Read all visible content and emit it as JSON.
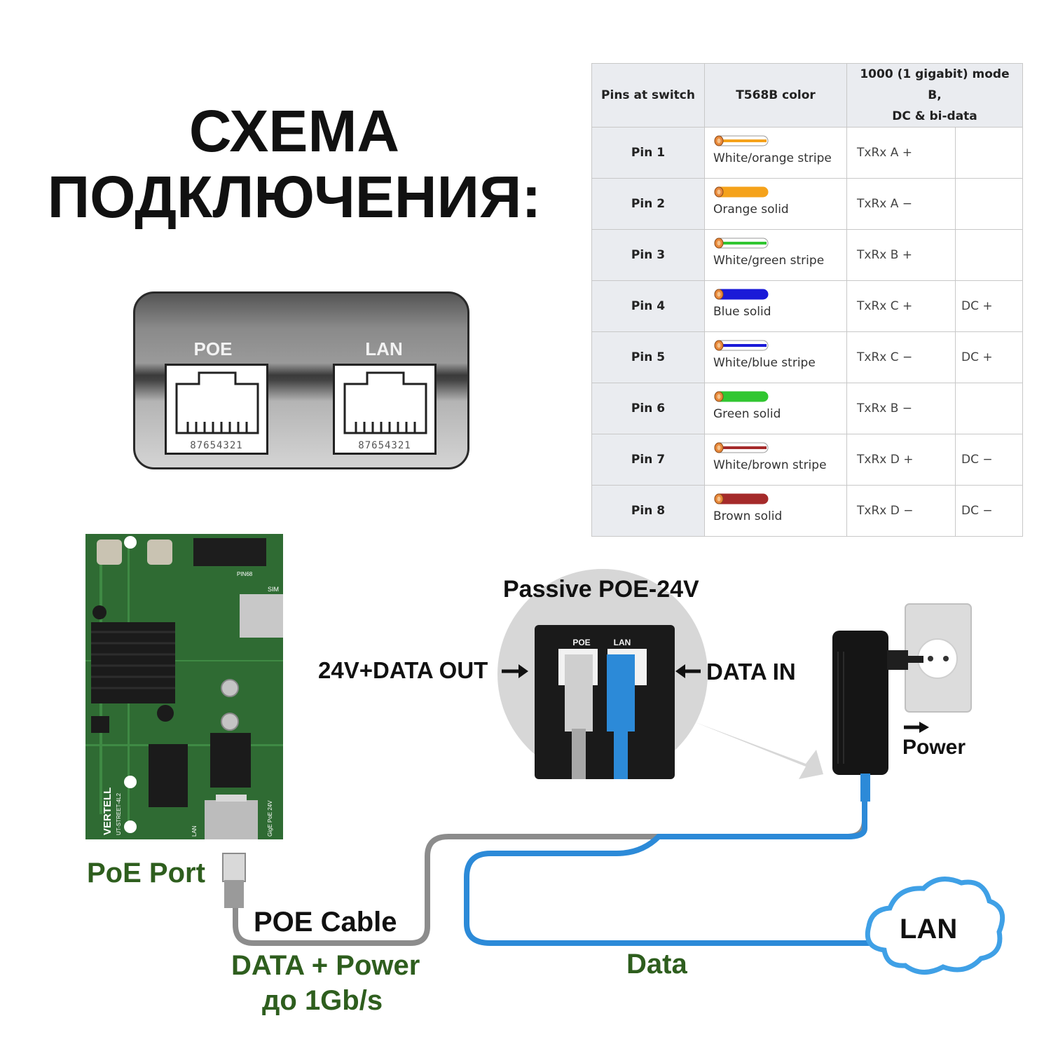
{
  "title": {
    "line1": "СХЕМА",
    "line2": "ПОДКЛЮЧЕНИЯ:"
  },
  "injector_panel": {
    "poe_label": "POE",
    "lan_label": "LAN",
    "pin_numbers": "87654321"
  },
  "pin_table": {
    "headers": {
      "pins": "Pins at switch",
      "color": "T568B color",
      "mode_line1": "1000 (1 gigabit) mode B,",
      "mode_line2": "DC & bi-data"
    },
    "rows": [
      {
        "pin": "Pin 1",
        "color_name": "White/orange stripe",
        "signal": "TxRx A +",
        "dc": "",
        "wire_color": "#f5a21a",
        "striped": true
      },
      {
        "pin": "Pin 2",
        "color_name": "Orange solid",
        "signal": "TxRx A −",
        "dc": "",
        "wire_color": "#f5a21a",
        "striped": false
      },
      {
        "pin": "Pin 3",
        "color_name": "White/green stripe",
        "signal": "TxRx B +",
        "dc": "",
        "wire_color": "#31c631",
        "striped": true
      },
      {
        "pin": "Pin 4",
        "color_name": "Blue solid",
        "signal": "TxRx C +",
        "dc": "DC +",
        "wire_color": "#1a1ad8",
        "striped": false
      },
      {
        "pin": "Pin 5",
        "color_name": "White/blue stripe",
        "signal": "TxRx C −",
        "dc": "DC +",
        "wire_color": "#1a1ad8",
        "striped": true
      },
      {
        "pin": "Pin 6",
        "color_name": "Green solid",
        "signal": "TxRx B −",
        "dc": "",
        "wire_color": "#31c631",
        "striped": false
      },
      {
        "pin": "Pin 7",
        "color_name": "White/brown stripe",
        "signal": "TxRx D +",
        "dc": "DC −",
        "wire_color": "#a52a2a",
        "striped": true
      },
      {
        "pin": "Pin 8",
        "color_name": "Brown solid",
        "signal": "TxRx D −",
        "dc": "DC −",
        "wire_color": "#a52a2a",
        "striped": false
      }
    ]
  },
  "board": {
    "brand": "VERTELL",
    "model": "UT-STREET-4L2",
    "silk_sim": "SIM",
    "silk_pin": "PIN68",
    "silk_lan": "LAN",
    "silk_poe": "GigE PoE 24V"
  },
  "diagram": {
    "injector_title": "Passive POE-24V",
    "out_label": "24V+DATA OUT",
    "in_label": "DATA IN",
    "inset_poe": "POE",
    "inset_lan": "LAN",
    "power_label": "Power",
    "lan_cloud": "LAN",
    "data_label": "Data",
    "poe_port": "PoE Port",
    "poe_cable": "POE Cable",
    "data_power": "DATA + Power",
    "speed": "до 1Gb/s"
  },
  "colors": {
    "pcb_green": "#2f6b33",
    "caption_green": "#2e5e1e",
    "cable_grey": "#8c8c8c",
    "cable_blue": "#2c8ad8"
  }
}
